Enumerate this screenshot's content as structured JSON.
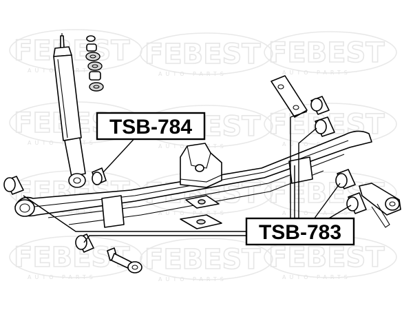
{
  "watermark": {
    "brand": "FEBEST",
    "tagline": "AUTO PARTS"
  },
  "callouts": [
    {
      "id": "tsb-784",
      "label": "TSB-784"
    },
    {
      "id": "tsb-783",
      "label": "TSB-783"
    }
  ],
  "colors": {
    "line": "#000000",
    "watermark": "#e6e6e6",
    "background": "#ffffff"
  }
}
